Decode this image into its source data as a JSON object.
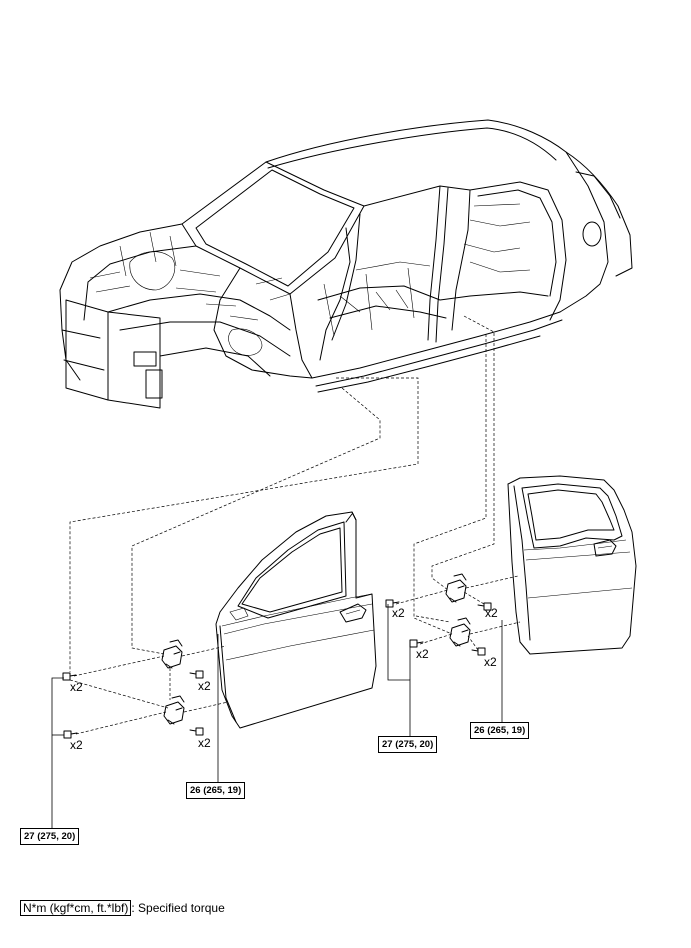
{
  "torque_labels": {
    "front_left": "27 (275, 20)",
    "front_right": "26 (265, 19)",
    "rear_left": "27 (275, 20)",
    "rear_right": "26 (265, 19)"
  },
  "quantity_label": "x2",
  "legend": {
    "unit": "N*m (kgf*cm, ft.*lbf)",
    "description": ": Specified torque"
  }
}
